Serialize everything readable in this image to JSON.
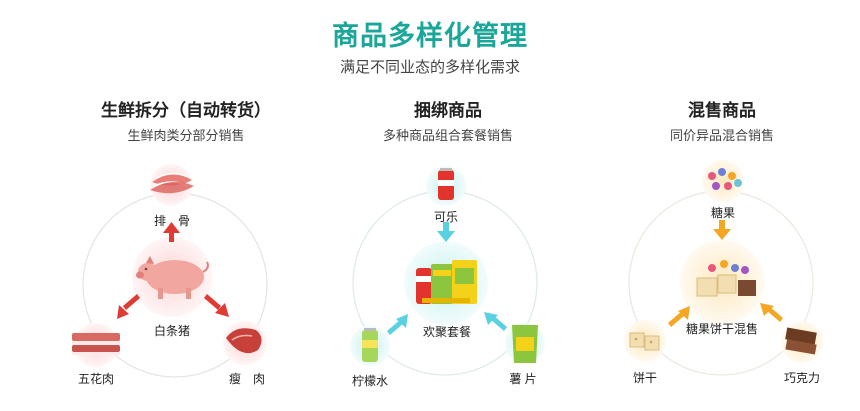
{
  "header": {
    "title": "商品多样化管理",
    "subtitle": "满足不同业态的多样化需求"
  },
  "columns": [
    {
      "title": "生鲜拆分（自动转货）",
      "subtitle": "生鲜肉类分部分销售",
      "center": "白条猪",
      "items": [
        "排　骨",
        "五花肉",
        "瘦　肉"
      ]
    },
    {
      "title": "捆绑商品",
      "subtitle": "多种商品组合套餐销售",
      "center": "欢聚套餐",
      "items": [
        "可乐",
        "柠檬水",
        "薯 片"
      ]
    },
    {
      "title": "混售商品",
      "subtitle": "同价异品混合销售",
      "center": "糖果饼干混售",
      "items": [
        "糖果",
        "饼干",
        "巧克力"
      ]
    }
  ],
  "colors": {
    "title": "#1aa79a",
    "fresh_arrow": "#e03a34",
    "bundle_arrow": "#5ad0e3",
    "mix_arrow": "#f5a623"
  }
}
